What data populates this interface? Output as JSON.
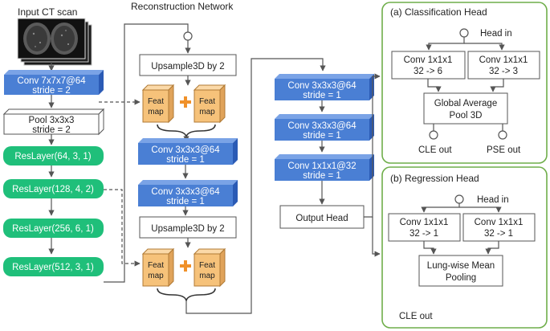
{
  "colors": {
    "blue_block": "#4a7fd4",
    "blue_block_side": "#2b5bb5",
    "green_block": "#1fbf7a",
    "orange_block": "#f6c27a",
    "orange_plus": "#f0912a",
    "panel_border": "#6fae4a",
    "line": "#555555"
  },
  "input": {
    "label": "Input CT scan"
  },
  "encoder": {
    "conv1_line1": "Conv 7x7x7@64",
    "conv1_line2": "stride = 2",
    "pool_line1": "Pool 3x3x3",
    "pool_line2": "stride = 2",
    "res1": "ResLayer(64, 3, 1)",
    "res2": "ResLayer(128, 4, 2)",
    "res3": "ResLayer(256, 6, 1)",
    "res4": "ResLayer(512, 3, 1)"
  },
  "reconstruction": {
    "title": "Reconstruction Network",
    "upsample1": "Upsample3D by 2",
    "upsample2": "Upsample3D by 2",
    "feat_line1": "Feat",
    "feat_line2": "map",
    "conv_a_line1": "Conv 3x3x3@64",
    "conv_a_line2": "stride = 1",
    "conv_b_line1": "Conv 3x3x3@64",
    "conv_b_line2": "stride = 1"
  },
  "head_stack": {
    "conv1_line1": "Conv 3x3x3@64",
    "conv1_line2": "stride = 1",
    "conv2_line1": "Conv 3x3x3@64",
    "conv2_line2": "stride = 1",
    "conv3_line1": "Conv 1x1x1@32",
    "conv3_line2": "stride = 1",
    "output_head": "Output Head"
  },
  "classification": {
    "title": "(a) Classification Head",
    "head_in": "Head in",
    "conv_left_line1": "Conv 1x1x1",
    "conv_left_line2": "32 -> 6",
    "conv_right_line1": "Conv 1x1x1",
    "conv_right_line2": "32 -> 3",
    "gap_line1": "Global Average",
    "gap_line2": "Pool 3D",
    "out_left": "CLE out",
    "out_right": "PSE out"
  },
  "regression": {
    "title": "(b) Regression Head",
    "head_in": "Head in",
    "conv_left_line1": "Conv 1x1x1",
    "conv_left_line2": "32 -> 1",
    "conv_right_line1": "Conv 1x1x1",
    "conv_right_line2": "32 -> 1",
    "pool_line1": "Lung-wise Mean",
    "pool_line2": "Pooling",
    "out": "CLE out"
  }
}
